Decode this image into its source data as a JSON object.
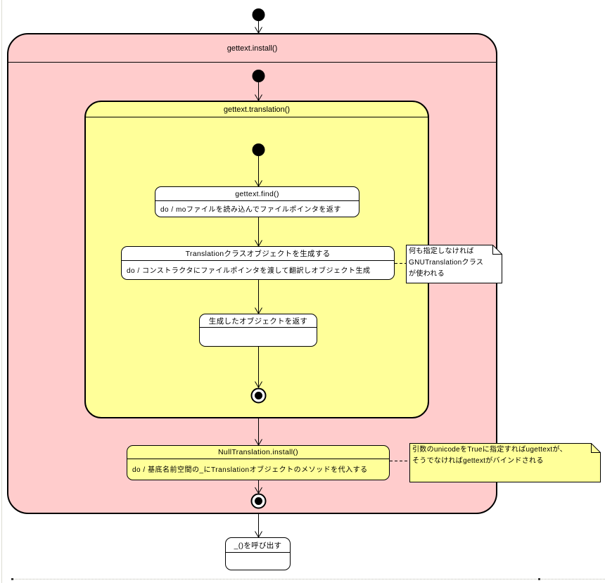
{
  "colors": {
    "composite_pink": "#FFCCCC",
    "composite_yellow": "#FFFF99",
    "state_yellow": "#FFFF99",
    "note_white": "#FFFFFF",
    "note_yellow": "#FFFF99"
  },
  "diagram": {
    "install_state": {
      "title": "gettext.install()"
    },
    "translation_state": {
      "title": "gettext.translation()"
    },
    "find_state": {
      "title": "gettext.find()",
      "action": "do / moファイルを読み込んでファイルポインタを返す"
    },
    "create_state": {
      "title": "Translationクラスオブジェクトを生成する",
      "action": "do / コンストラクタにファイルポインタを渡して翻訳しオブジェクト生成"
    },
    "return_state": {
      "title": "生成したオブジェクトを返す"
    },
    "null_install_state": {
      "title": "NullTranslation.install()",
      "action": "do / 基底名前空間の_にTranslationオブジェクトのメソッドを代入する"
    },
    "call_state": {
      "title": "_()を呼び出す"
    },
    "note_gnu": {
      "lines": [
        "何も指定しなければ",
        "GNUTranslationクラス",
        "が使われる"
      ]
    },
    "note_unicode": {
      "lines": [
        "引数のunicodeをTrueに指定すればugettextが、",
        "そうでなければgettextがバインドされる"
      ]
    }
  }
}
